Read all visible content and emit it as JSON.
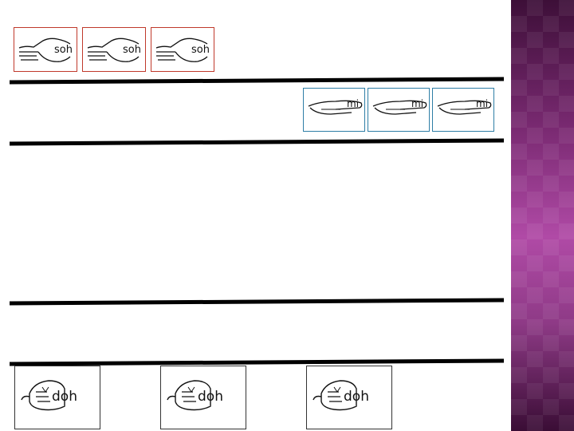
{
  "solfege": {
    "soh": {
      "label": "soh",
      "count": 3,
      "border_color": "#c0392b",
      "icon": "open-hand-flat-icon"
    },
    "mi": {
      "label": "mi",
      "count": 3,
      "border_color": "#2e7ea6",
      "icon": "flat-hand-icon"
    },
    "doh": {
      "label": "doh",
      "count": 3,
      "border_color": "#333333",
      "icon": "closed-fist-icon"
    }
  },
  "colors": {
    "staff_line": "#000000",
    "side_panel": "#8e3a86"
  }
}
